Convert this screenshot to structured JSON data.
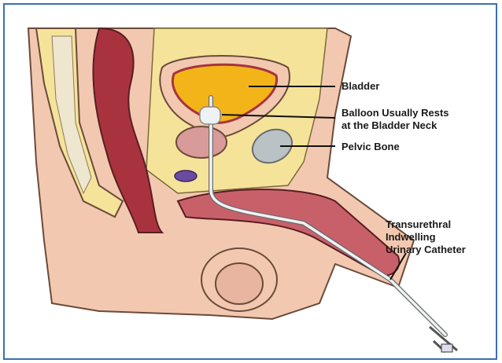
{
  "labels": {
    "bladder": "Bladder",
    "balloon": [
      "Balloon Usually Rests",
      "at the Bladder Neck"
    ],
    "pelvic_bone": "Pelvic Bone",
    "catheter": [
      "Transurethral",
      "Indwelling",
      "Urinary Catheter"
    ]
  },
  "colors": {
    "border": "#3b6fb3",
    "skin": "#f2c9b0",
    "fat": "#f5e39a",
    "bladder_urine": "#f2b418",
    "tissue_red": "#a8333f",
    "bone": "#b9c2c5",
    "catheter": "#eef2f3"
  }
}
